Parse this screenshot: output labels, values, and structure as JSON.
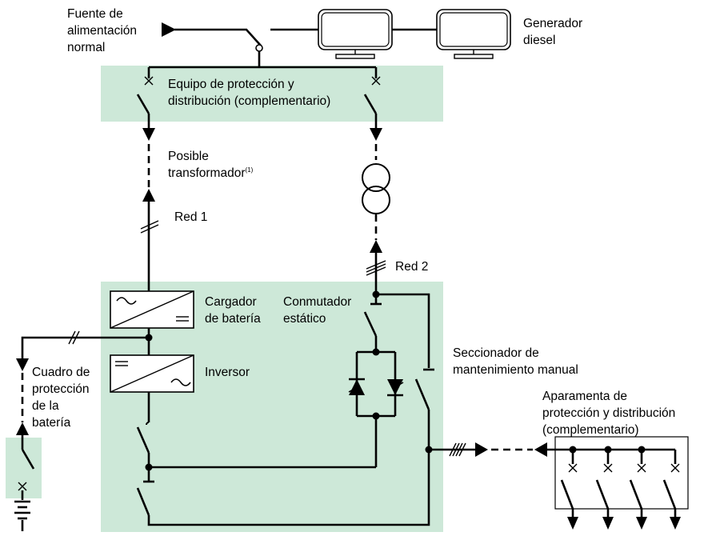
{
  "colors": {
    "zone_fill": "#cde8d8",
    "line": "#000000",
    "background": "#ffffff"
  },
  "labels": {
    "fuente": [
      "Fuente de",
      "alimentación",
      "normal"
    ],
    "generador": [
      "Generador",
      "diesel"
    ],
    "equipo_top": [
      "Equipo de protección y",
      "distribución (complementario)"
    ],
    "posible": [
      "Posible",
      "transformador"
    ],
    "posible_sup": "(1)",
    "red1": "Red 1",
    "red2": "Red 2",
    "cargador": [
      "Cargador",
      "de batería"
    ],
    "conmutador": [
      "Conmutador",
      "estático"
    ],
    "inversor": "Inversor",
    "seccionador": [
      "Seccionador de",
      "mantenimiento manual"
    ],
    "cuadro": [
      "Cuadro de",
      "protección",
      "de la",
      "batería"
    ],
    "aparamenta": [
      "Aparamenta de",
      "protección y distribución",
      "(complementario)"
    ]
  },
  "icons": [
    "generator-icon",
    "transformer-icon",
    "rectifier-icon",
    "inverter-icon",
    "thyristor-icon",
    "battery-icon",
    "breaker-icon",
    "arrow-icon"
  ]
}
